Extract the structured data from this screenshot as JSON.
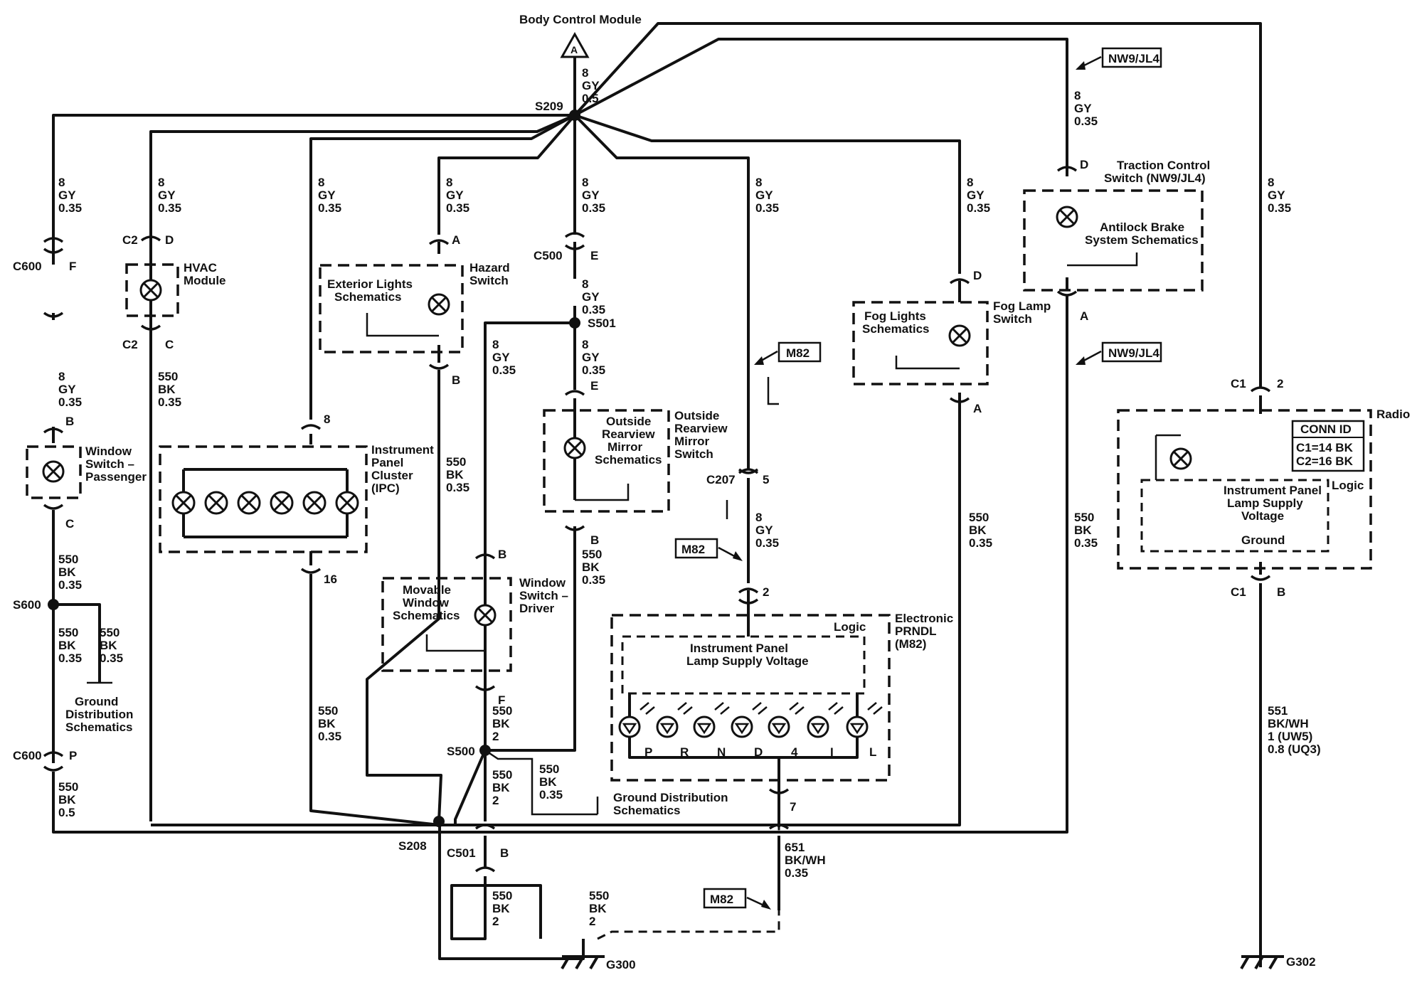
{
  "modules": {
    "bcm": "Body Control Module",
    "bcm_pin": "A",
    "hvac": [
      "HVAC",
      "Module"
    ],
    "hazard_switch": [
      "Hazard",
      "Switch"
    ],
    "exterior_lights": [
      "Exterior Lights",
      "Schematics"
    ],
    "ipc": [
      "Instrument",
      "Panel",
      "Cluster",
      "(IPC)"
    ],
    "window_passenger": [
      "Window",
      "Switch –",
      "Passenger"
    ],
    "outside_mirror": [
      "Outside",
      "Rearview",
      "Mirror",
      "Schematics"
    ],
    "mirror_switch": [
      "Outside",
      "Rearview",
      "Mirror",
      "Switch"
    ],
    "movable_window": [
      "Movable",
      "Window",
      "Schematics"
    ],
    "window_driver": [
      "Window",
      "Switch –",
      "Driver"
    ],
    "prndl": [
      "Electronic",
      "PRNDL",
      "(M82)"
    ],
    "prndl_logic": "Logic",
    "prndl_supply": [
      "Instrument Panel",
      "Lamp Supply Voltage"
    ],
    "prndl_letters": [
      "P",
      "R",
      "N",
      "D",
      "4",
      "I",
      "L"
    ],
    "fog_lights": [
      "Fog Lights",
      "Schematics"
    ],
    "fog_switch": [
      "Fog Lamp",
      "Switch"
    ],
    "traction": [
      "Traction Control",
      "Switch (NW9/JL4)"
    ],
    "abs": [
      "Antilock Brake",
      "System Schematics"
    ],
    "radio": "Radio",
    "radio_logic": "Logic",
    "radio_supply": [
      "Instrument Panel",
      "Lamp Supply",
      "Voltage"
    ],
    "radio_ground": "Ground",
    "conn_id": [
      "CONN ID",
      "C1=14 BK",
      "C2=16 BK"
    ],
    "ground_dist_1": [
      "Ground",
      "Distribution",
      "Schematics"
    ],
    "ground_dist_2": [
      "Ground Distribution",
      "Schematics"
    ]
  },
  "option_tags": [
    "NW9/JL4",
    "NW9/JL4",
    "M82",
    "M82",
    "M82"
  ],
  "splices": [
    "S209",
    "S501",
    "S500",
    "S600",
    "S208"
  ],
  "grounds": [
    "G300",
    "G302"
  ],
  "connectors": {
    "c600": "C600",
    "f": "F",
    "p": "P",
    "c2": "C2",
    "d": "D",
    "c": "C",
    "b": "B",
    "a": "A",
    "e": "E",
    "c500": "C500",
    "c207": "C207",
    "five": "5",
    "two": "2",
    "seven": "7",
    "eight": "8",
    "sixteen": "16",
    "c501": "C501",
    "c1": "C1"
  },
  "wires": {
    "gy8_05": [
      "8",
      "GY",
      "0.5"
    ],
    "gy8": [
      "8",
      "GY",
      "0.35"
    ],
    "bk550": [
      "550",
      "BK",
      "0.35"
    ],
    "bk550_2": [
      "550",
      "BK",
      "2"
    ],
    "bk550_05": [
      "550",
      "BK",
      "0.5"
    ],
    "bkwh651": [
      "651",
      "BK/WH",
      "0.35"
    ],
    "bkwh551": [
      "551",
      "BK/WH",
      "1 (UW5)",
      "0.8 (UQ3)"
    ]
  }
}
